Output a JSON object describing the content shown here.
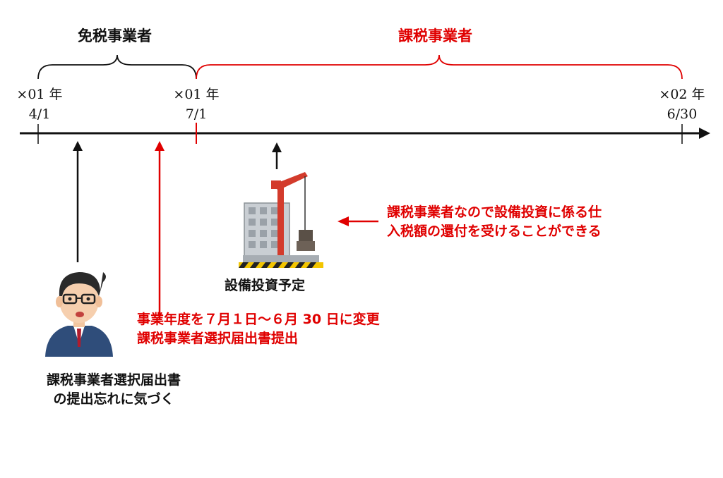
{
  "periods": {
    "exempt": "免税事業者",
    "taxable": "課税事業者"
  },
  "dates": [
    {
      "year": "×01 年",
      "day": "4/1"
    },
    {
      "year": "×01 年",
      "day": "7/1"
    },
    {
      "year": "×02 年",
      "day": "6/30"
    }
  ],
  "notes": {
    "investment_caption": "設備投資予定",
    "refund_line1": "課税事業者なので設備投資に係る仕",
    "refund_line2": "入税額の還付を受けることができる",
    "change_line1": "事業年度を７月１日～６月 30 日に変更",
    "change_line2": "課税事業者選択届出書提出",
    "forgot_line1": "課税事業者選択届出書",
    "forgot_line2": "の提出忘れに気づく"
  },
  "colors": {
    "accent_red": "#e00000",
    "line_black": "#111111"
  }
}
